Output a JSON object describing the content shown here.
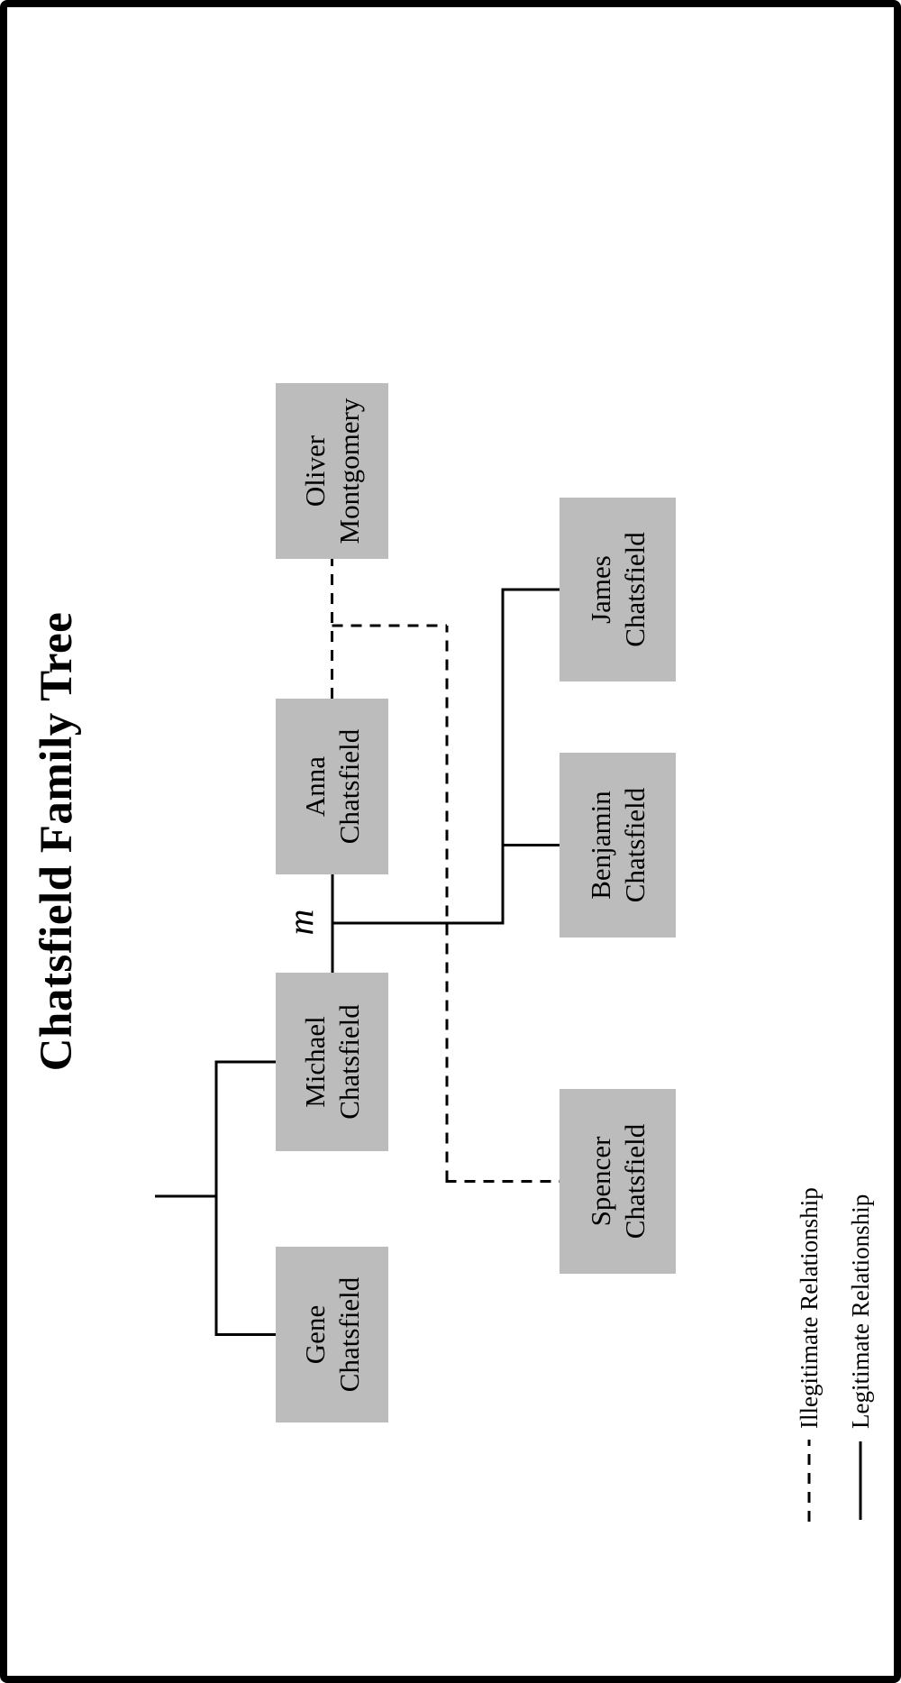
{
  "title": "Chatsfield Family Tree",
  "marriage_label": "m",
  "nodes": {
    "gene": {
      "line1": "Gene",
      "line2": "Chatsfield"
    },
    "michael": {
      "line1": "Michael",
      "line2": "Chatsfield"
    },
    "anna": {
      "line1": "Anna",
      "line2": "Chatsfield"
    },
    "oliver": {
      "line1": "Oliver",
      "line2": "Montgomery"
    },
    "spencer": {
      "line1": "Spencer",
      "line2": "Chatsfield"
    },
    "benjamin": {
      "line1": "Benjamin",
      "line2": "Chatsfield"
    },
    "james": {
      "line1": "James",
      "line2": "Chatsfield"
    }
  },
  "legend": {
    "illegitimate_label": "Illegitimate Relationship",
    "legitimate_label": "Legitimate Relationship"
  },
  "colors": {
    "node_fill": "#bcbcbc",
    "line": "#000000",
    "text": "#000000",
    "background": "#ffffff",
    "page_border": "#000000"
  }
}
